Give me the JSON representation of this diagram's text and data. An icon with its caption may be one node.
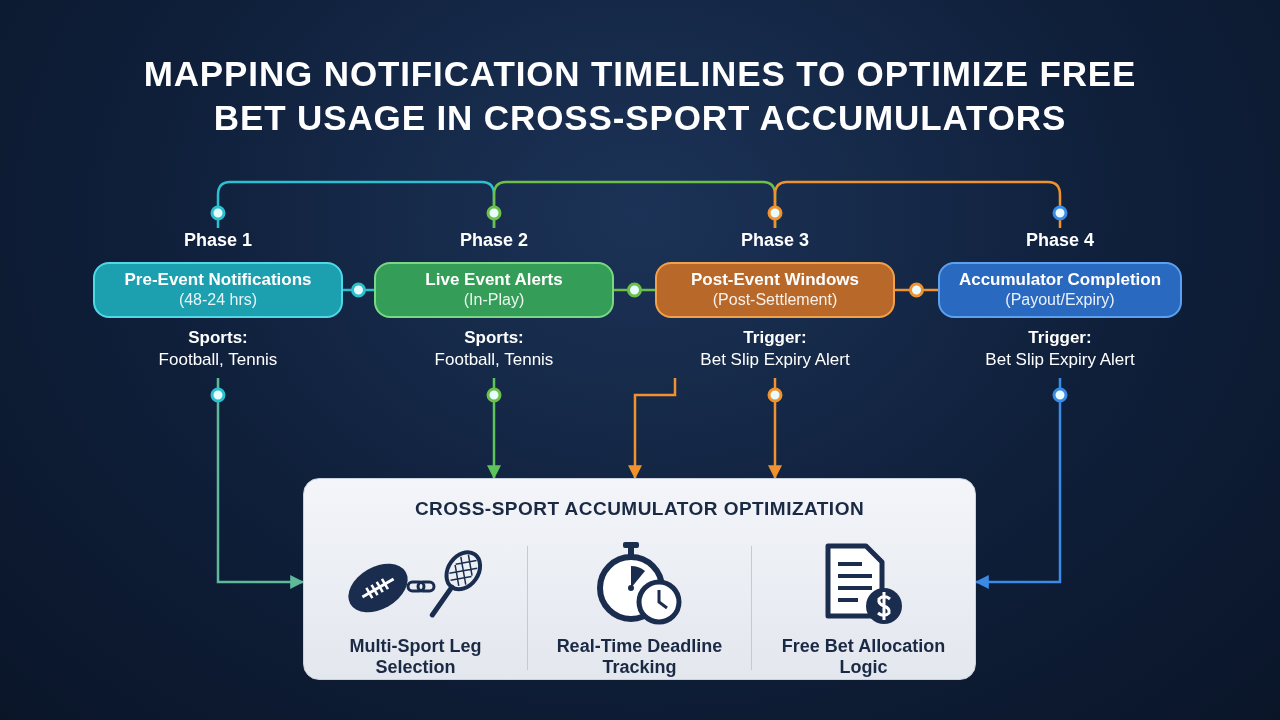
{
  "diagram": {
    "title": "MAPPING NOTIFICATION TIMELINES TO OPTIMIZE FREE BET USAGE IN CROSS-SPORT ACCUMULATORS",
    "nodes": [
      {
        "text": [
          "Phase 1",
          "Pre-Event Notifications",
          "(48-24 hrs)"
        ],
        "beside": [
          "Sports:",
          "Football, Tennis"
        ]
      },
      {
        "text": [
          "Phase 2",
          "Live Event Alerts",
          "(In-Play)"
        ],
        "beside": [
          "Sports:",
          "Football, Tennis"
        ]
      },
      {
        "text": [
          "Phase 3",
          "Post-Event Windows",
          "(Post-Settlement)"
        ],
        "beside": [
          "Trigger:",
          "Bet Slip Expiry Alert"
        ]
      },
      {
        "text": [
          "Phase 4",
          "Accumulator Completion",
          "(Payout/Expiry)"
        ],
        "beside": [
          "Trigger:",
          "Bet Slip Expiry Alert"
        ]
      },
      {
        "text": [
          "CROSS-SPORT ACCUMULATOR OPTIMIZATION"
        ]
      }
    ],
    "edges": [
      {
        "from": 0,
        "to": 1,
        "arrow": "none",
        "color": "#2bc0cf"
      },
      {
        "from": 1,
        "to": 2,
        "arrow": "none",
        "color": "#6cc04a"
      },
      {
        "from": 2,
        "to": 3,
        "arrow": "none",
        "color": "#f0922e"
      },
      {
        "from": 0,
        "to": 1,
        "arrow": "none",
        "color": "#2bc0cf"
      },
      {
        "from": 1,
        "to": 2,
        "arrow": "none",
        "color": "#6cc04a"
      },
      {
        "from": 2,
        "to": 3,
        "arrow": "none",
        "color": "#f0922e"
      },
      {
        "from": 0,
        "to": 4,
        "arrow": "to",
        "color": "#5fb89a"
      },
      {
        "from": 1,
        "to": 4,
        "arrow": "to",
        "color": "#5cc45a"
      },
      {
        "from": 2,
        "to": 4,
        "arrow": "to",
        "color": "#f0922e"
      },
      {
        "from": 2,
        "to": 4,
        "arrow": "to",
        "color": "#f0922e"
      },
      {
        "from": 3,
        "to": 4,
        "arrow": "to",
        "color": "#3b8ae6"
      }
    ],
    "labels": [
      "Multi-Sport Leg Selection",
      "Real-Time Deadline Tracking",
      "Free Bet Allocation Logic"
    ]
  }
}
